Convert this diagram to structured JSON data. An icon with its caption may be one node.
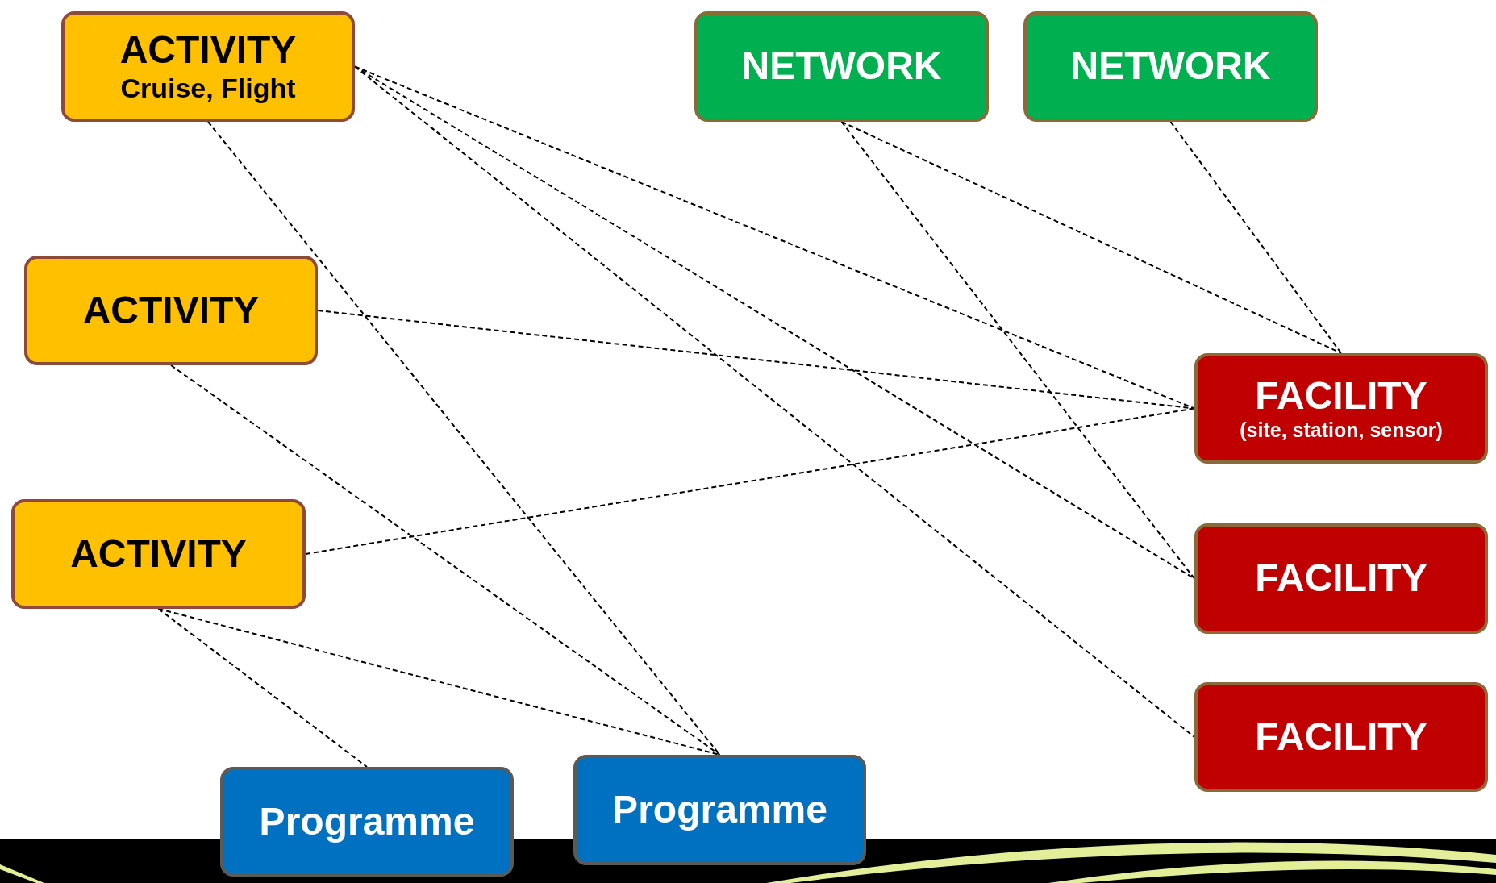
{
  "diagram": {
    "nodes": [
      {
        "text": [
          "ACTIVITY",
          "Cruise, Flight"
        ]
      },
      {
        "text": [
          "NETWORK"
        ]
      },
      {
        "text": [
          "NETWORK"
        ]
      },
      {
        "text": [
          "ACTIVITY"
        ]
      },
      {
        "text": [
          "FACILITY",
          "(site, station, sensor)"
        ]
      },
      {
        "text": [
          "ACTIVITY"
        ]
      },
      {
        "text": [
          "FACILITY"
        ]
      },
      {
        "text": [
          "FACILITY"
        ]
      },
      {
        "text": [
          "Programme"
        ]
      },
      {
        "text": [
          "Programme"
        ]
      }
    ],
    "edges": [
      {
        "from": 0,
        "to": 4,
        "arrow": "none"
      },
      {
        "from": 0,
        "to": 6,
        "arrow": "none"
      },
      {
        "from": 0,
        "to": 7,
        "arrow": "none"
      },
      {
        "from": 0,
        "to": 9,
        "arrow": "none"
      },
      {
        "from": 1,
        "to": 4,
        "arrow": "none"
      },
      {
        "from": 1,
        "to": 6,
        "arrow": "none"
      },
      {
        "from": 2,
        "to": 4,
        "arrow": "none"
      },
      {
        "from": 3,
        "to": 4,
        "arrow": "none"
      },
      {
        "from": 3,
        "to": 9,
        "arrow": "none"
      },
      {
        "from": 5,
        "to": 4,
        "arrow": "none"
      },
      {
        "from": 5,
        "to": 8,
        "arrow": "none"
      },
      {
        "from": 5,
        "to": 9,
        "arrow": "none"
      }
    ]
  }
}
